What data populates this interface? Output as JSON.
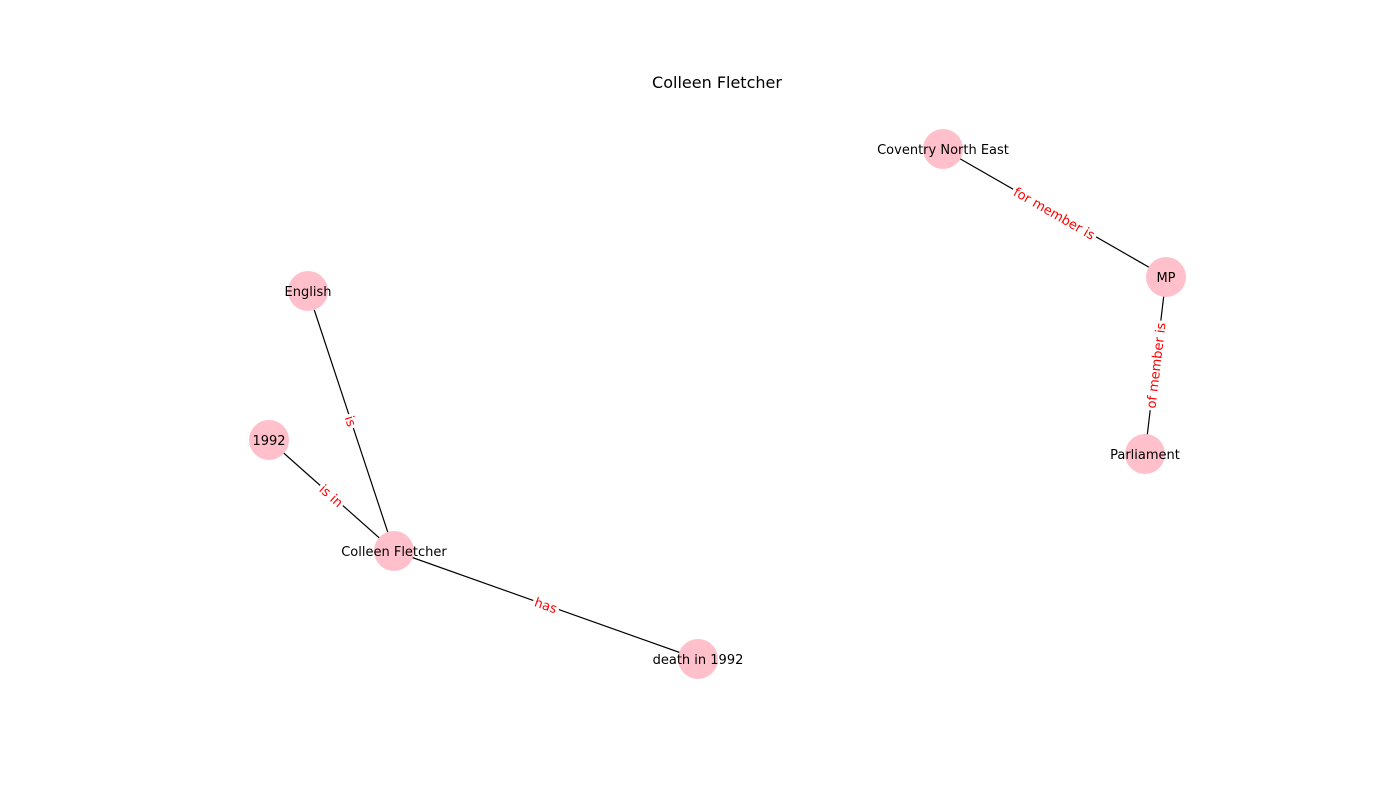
{
  "title": "Colleen Fletcher",
  "colors": {
    "node_fill": "#ffc0cb",
    "edge_stroke": "#000000",
    "edge_label": "#ff0000",
    "background": "#ffffff"
  },
  "nodes": [
    {
      "id": "coventry",
      "label": "Coventry North East"
    },
    {
      "id": "mp",
      "label": "MP"
    },
    {
      "id": "parliament",
      "label": "Parliament"
    },
    {
      "id": "english",
      "label": "English"
    },
    {
      "id": "y1992",
      "label": "1992"
    },
    {
      "id": "colleen",
      "label": "Colleen Fletcher"
    },
    {
      "id": "death",
      "label": "death in 1992"
    }
  ],
  "edges": [
    {
      "source": "coventry",
      "target": "mp",
      "label": "for member is"
    },
    {
      "source": "mp",
      "target": "parliament",
      "label": "of member is"
    },
    {
      "source": "english",
      "target": "colleen",
      "label": "is"
    },
    {
      "source": "y1992",
      "target": "colleen",
      "label": "is in"
    },
    {
      "source": "colleen",
      "target": "death",
      "label": "has"
    }
  ]
}
